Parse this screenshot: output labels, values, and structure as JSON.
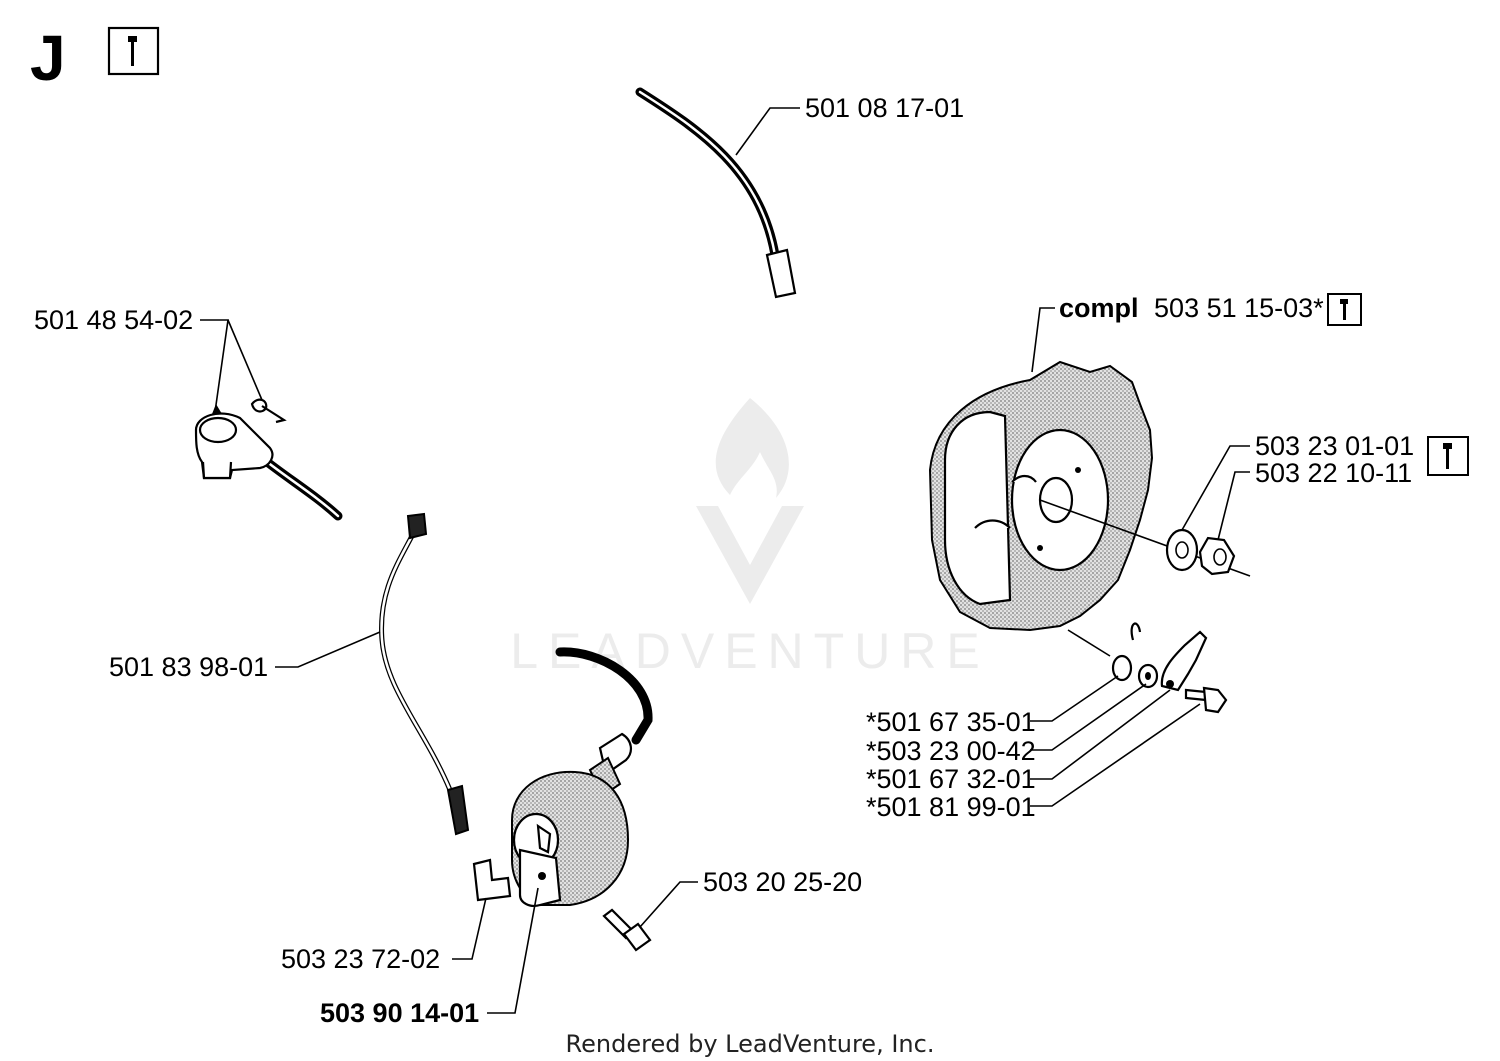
{
  "diagram": {
    "section_letter": "J",
    "watermark_text": "LEADVENTURE",
    "footer": "Rendered by LeadVenture, Inc.",
    "callouts": {
      "spark_plug_lead": "501 08 17-01",
      "spark_plug_cap": "501 48 54-02",
      "flywheel_compl_prefix": "compl",
      "flywheel_compl": "503 51 15-03*",
      "washer": "503 23 01-01",
      "nut": "503 22 10-11",
      "short_cable": "501 83 98-01",
      "spring": "*501 67 35-01",
      "pawl_washer": "*503 23 00-42",
      "pawl": "*501 67 32-01",
      "pawl_screw": "*501 81 99-01",
      "ignition_screw": "503 20 25-20",
      "spacer": "503 23 72-02",
      "ignition_module": "503 90 14-01"
    }
  }
}
